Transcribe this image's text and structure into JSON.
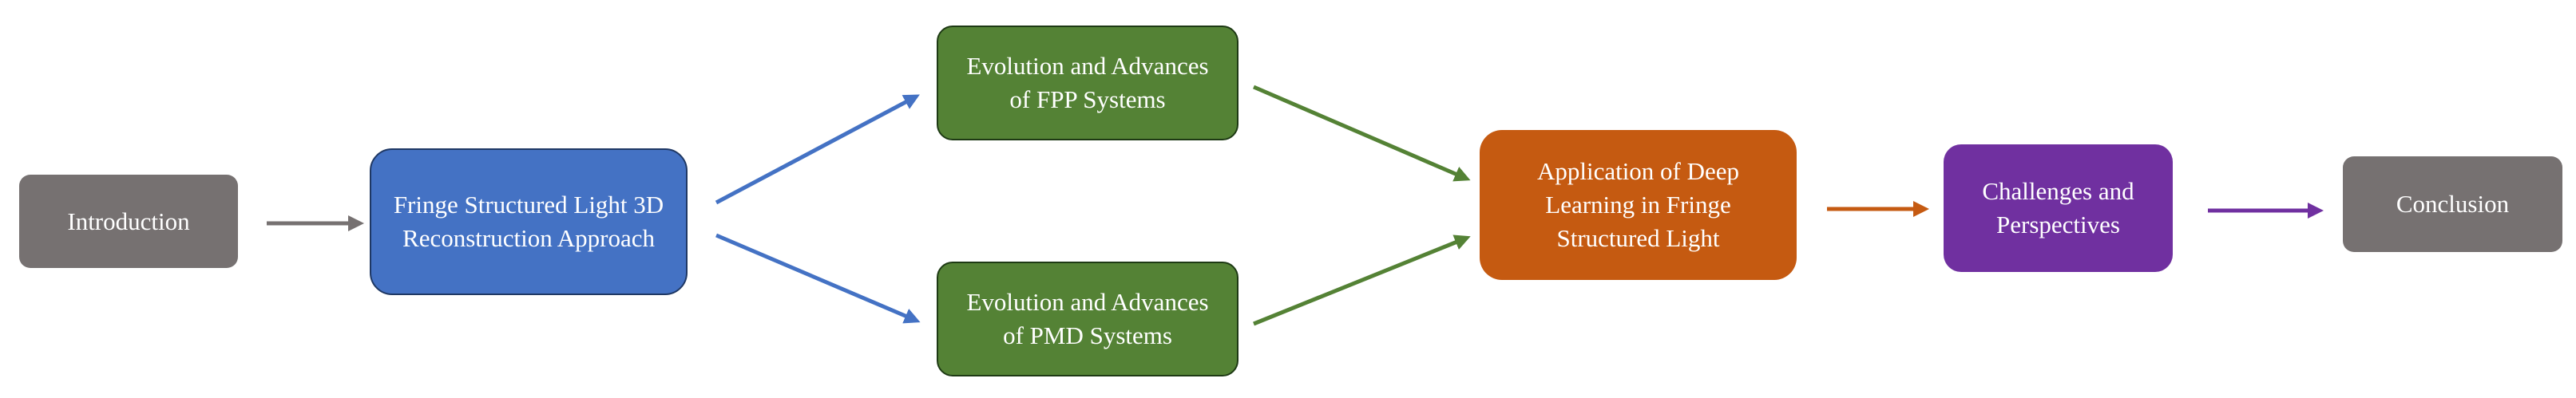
{
  "colors": {
    "gray": "#767171",
    "blue": "#4472c4",
    "green": "#548235",
    "orange": "#c55a11",
    "purple": "#7030a0"
  },
  "nodes": {
    "introduction": {
      "label": "Introduction"
    },
    "fringe_structured_light": {
      "label": "Fringe Structured Light 3D Reconstruction Approach"
    },
    "fpp_systems": {
      "label": "Evolution and Advances of FPP Systems"
    },
    "pmd_systems": {
      "label": "Evolution and Advances of PMD Systems"
    },
    "deep_learning": {
      "label": "Application of Deep Learning in Fringe Structured Light"
    },
    "challenges": {
      "label": "Challenges and Perspectives"
    },
    "conclusion": {
      "label": "Conclusion"
    }
  },
  "edges": [
    {
      "from": "introduction",
      "to": "fringe_structured_light",
      "color": "#767171"
    },
    {
      "from": "fringe_structured_light",
      "to": "fpp_systems",
      "color": "#4472c4"
    },
    {
      "from": "fringe_structured_light",
      "to": "pmd_systems",
      "color": "#4472c4"
    },
    {
      "from": "fpp_systems",
      "to": "deep_learning",
      "color": "#548235"
    },
    {
      "from": "pmd_systems",
      "to": "deep_learning",
      "color": "#548235"
    },
    {
      "from": "deep_learning",
      "to": "challenges",
      "color": "#c55a11"
    },
    {
      "from": "challenges",
      "to": "conclusion",
      "color": "#7030a0"
    }
  ]
}
